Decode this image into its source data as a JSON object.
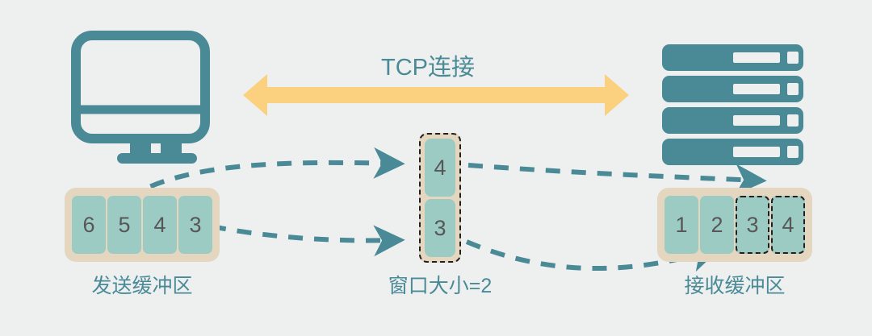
{
  "meta": {
    "title": "TCP 滑动窗口示意图",
    "background_color": "#eef0f0"
  },
  "colors": {
    "teal": "#4a8a96",
    "teal_light": "#9ccbc3",
    "beige": "#e5d6bf",
    "yellow": "#fbd07e",
    "digit": "#575757",
    "dash_border": "#231f20"
  },
  "connection": {
    "label": "TCP连接",
    "arrow_icon": "double-arrow-horizontal-icon",
    "arrow_color": "#fbd07e"
  },
  "client": {
    "icon": "desktop-monitor-icon",
    "color": "#4a8a96"
  },
  "server": {
    "icon": "server-rack-icon",
    "color": "#4a8a96",
    "bar_count": 4
  },
  "send_buffer": {
    "label": "发送缓冲区",
    "cells": [
      {
        "value": "6",
        "dashed": false
      },
      {
        "value": "5",
        "dashed": false
      },
      {
        "value": "4",
        "dashed": false
      },
      {
        "value": "3",
        "dashed": false
      }
    ]
  },
  "window": {
    "label": "窗口大小=2",
    "cells": [
      {
        "value": "4",
        "dashed": false
      },
      {
        "value": "3",
        "dashed": false
      }
    ]
  },
  "recv_buffer": {
    "label": "接收缓冲区",
    "cells": [
      {
        "value": "1",
        "dashed": false
      },
      {
        "value": "2",
        "dashed": false
      },
      {
        "value": "3",
        "dashed": true
      },
      {
        "value": "4",
        "dashed": true
      }
    ]
  },
  "flow_arrows": [
    {
      "name": "send-to-window-upper",
      "from": "send-buffer",
      "to": "window-box",
      "style": "dashed-curved",
      "color": "#4a8a96"
    },
    {
      "name": "send-to-window-lower",
      "from": "send-buffer",
      "to": "window-box",
      "style": "dashed-curved",
      "color": "#4a8a96"
    },
    {
      "name": "window-to-recv-upper",
      "from": "window-box",
      "to": "recv-buffer",
      "style": "dashed-curved",
      "color": "#4a8a96"
    },
    {
      "name": "window-to-recv-lower",
      "from": "window-box",
      "to": "recv-buffer",
      "style": "dashed-curved",
      "color": "#4a8a96"
    }
  ]
}
